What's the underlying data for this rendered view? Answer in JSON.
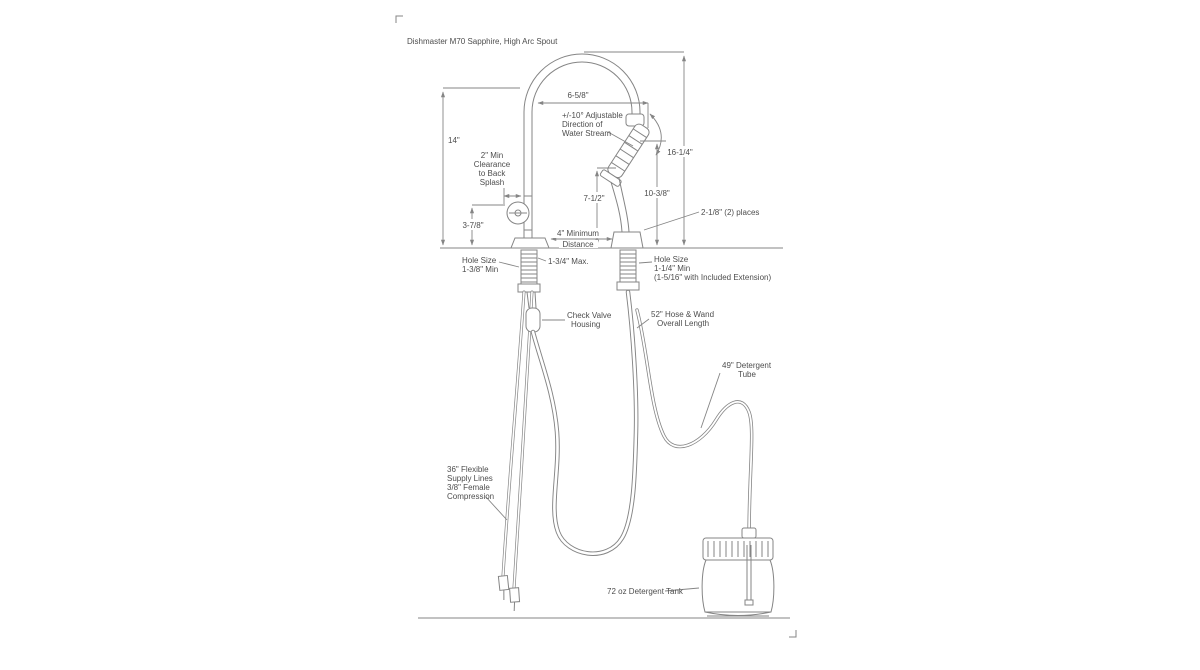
{
  "colors": {
    "background": "#ffffff",
    "line": "#858585",
    "text": "#4d4d4d"
  },
  "title": "Dishmaster M70 Sapphire, High Arc Spout",
  "labels": {
    "dim_14": "14\"",
    "dim_6_58": "6-5/8\"",
    "dim_16_14": "16-1/4\"",
    "dim_10_38": "10-3/8\"",
    "dim_7_12": "7-1/2\"",
    "dim_3_78": "3-7/8\"",
    "dim_2_18": "2-1/8\" (2) places",
    "min_distance": [
      "4\" Minimum",
      "Distance"
    ],
    "clearance": [
      "2\" Min",
      "Clearance",
      "to Back",
      "Splash"
    ],
    "adjustable": [
      "+/-10° Adjustable",
      "Direction of",
      "Water Stream"
    ],
    "hole_left": [
      "Hole Size",
      "1-3/8\" Min"
    ],
    "max_hole": "1-3/4\" Max.",
    "hole_right": [
      "Hole Size",
      "1-1/4\" Min",
      "(1-5/16\" with Included Extension)"
    ],
    "check_valve": [
      "Check Valve",
      "Housing"
    ],
    "hose": [
      "52\" Hose & Wand",
      "Overall Length"
    ],
    "detergent_tube": [
      "49\" Detergent",
      "Tube"
    ],
    "supply_lines": [
      "36\" Flexible",
      "Supply Lines",
      "3/8\" Female",
      "Compression"
    ],
    "tank": "72 oz Detergent Tank"
  }
}
